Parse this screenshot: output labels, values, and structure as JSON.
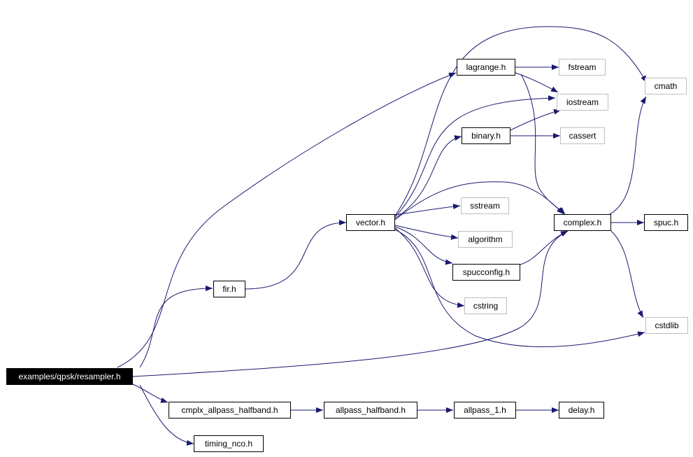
{
  "diagram": {
    "edge_color": "#191970",
    "nodes": {
      "root": "examples/qpsk/resampler.h",
      "fir": "fir.h",
      "vector": "vector.h",
      "lagrange": "lagrange.h",
      "binary": "binary.h",
      "fstream": "fstream",
      "iostream": "iostream",
      "cassert": "cassert",
      "cmath": "cmath",
      "sstream": "sstream",
      "algorithm": "algorithm",
      "spucconfig": "spucconfig.h",
      "cstring": "cstring",
      "complex": "complex.h",
      "spuc": "spuc.h",
      "cstdlib": "cstdlib",
      "cmplx_allpass": "cmplx_allpass_halfband.h",
      "allpass_halfband": "allpass_halfband.h",
      "allpass_1": "allpass_1.h",
      "delay": "delay.h",
      "timing_nco": "timing_nco.h"
    },
    "edges": [
      [
        "root",
        "lagrange"
      ],
      [
        "root",
        "fir"
      ],
      [
        "root",
        "complex"
      ],
      [
        "root",
        "cmplx_allpass"
      ],
      [
        "root",
        "timing_nco"
      ],
      [
        "fir",
        "vector"
      ],
      [
        "vector",
        "iostream"
      ],
      [
        "vector",
        "cmath"
      ],
      [
        "vector",
        "binary"
      ],
      [
        "vector",
        "sstream"
      ],
      [
        "vector",
        "complex"
      ],
      [
        "vector",
        "algorithm"
      ],
      [
        "vector",
        "spucconfig"
      ],
      [
        "vector",
        "cstring"
      ],
      [
        "vector",
        "cstdlib"
      ],
      [
        "lagrange",
        "fstream"
      ],
      [
        "lagrange",
        "iostream"
      ],
      [
        "lagrange",
        "complex"
      ],
      [
        "binary",
        "iostream"
      ],
      [
        "binary",
        "cassert"
      ],
      [
        "spucconfig",
        "complex"
      ],
      [
        "complex",
        "cmath"
      ],
      [
        "complex",
        "spuc"
      ],
      [
        "complex",
        "cstdlib"
      ],
      [
        "cmplx_allpass",
        "allpass_halfband"
      ],
      [
        "allpass_halfband",
        "allpass_1"
      ],
      [
        "allpass_1",
        "delay"
      ]
    ]
  }
}
